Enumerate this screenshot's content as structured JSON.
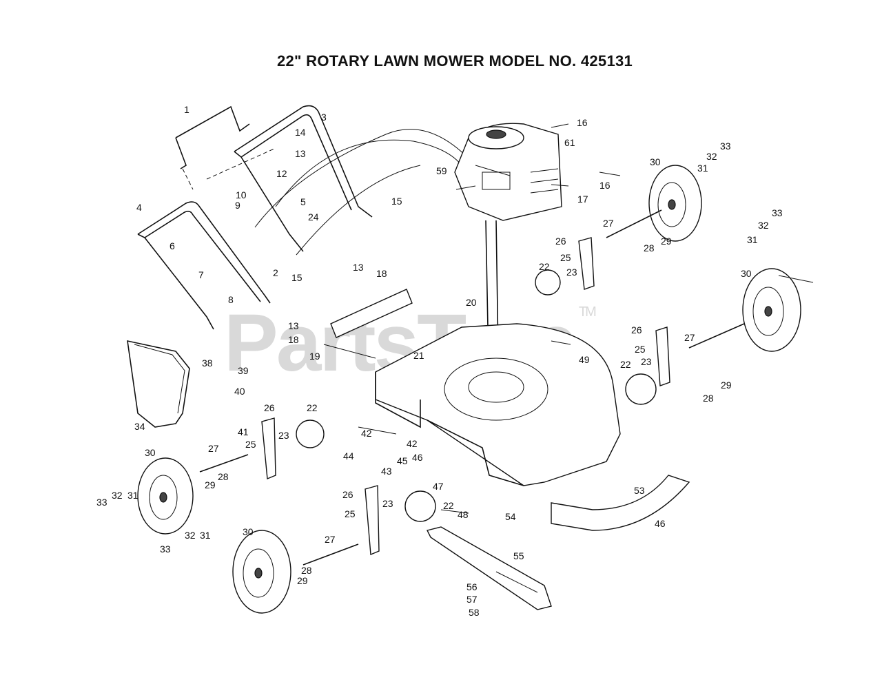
{
  "title": "22\" ROTARY LAWN MOWER MODEL NO. 425131",
  "watermark": "PartsTree",
  "watermark_tm": "TM",
  "callouts": {
    "c1": "1",
    "c3": "3",
    "c4": "4",
    "c5": "5",
    "c6": "6",
    "c7": "7",
    "c8": "8",
    "c9": "9",
    "c10": "10",
    "c12": "12",
    "c13a": "13",
    "c14": "14",
    "c15a": "15",
    "c15b": "15",
    "c2": "2",
    "c24": "24",
    "c16a": "16",
    "c61": "61",
    "c59": "59",
    "c16b": "16",
    "c17": "17",
    "c13b": "13",
    "c18a": "18",
    "c13c": "13",
    "c18b": "18",
    "c19": "19",
    "c20": "20",
    "c21": "21",
    "c49": "49",
    "c30a": "30",
    "c31a": "31",
    "c32a": "32",
    "c33a": "33",
    "c27a": "27",
    "c26a": "26",
    "c25a": "25",
    "c28a": "28",
    "c29a": "29",
    "c22a": "22",
    "c23a": "23",
    "c33b": "33",
    "c32b": "32",
    "c31b": "31",
    "c30b": "30",
    "c26b": "26",
    "c25b": "25",
    "c27b": "27",
    "c22b": "22",
    "c23b": "23",
    "c28b": "28",
    "c29b": "29",
    "c38": "38",
    "c39": "39",
    "c40": "40",
    "c34": "34",
    "c41": "41",
    "c26c": "26",
    "c22c": "22",
    "c25c": "25",
    "c23c": "23",
    "c42a": "42",
    "c42b": "42",
    "c44": "44",
    "c45": "45",
    "c46a": "46",
    "c43": "43",
    "c47": "47",
    "c30c": "30",
    "c27c": "27",
    "c28c": "28",
    "c29c": "29",
    "c33c": "33",
    "c32c": "32",
    "c31c": "31",
    "c26d": "26",
    "c25d": "25",
    "c23d": "23",
    "c22d": "22",
    "c48": "48",
    "c54": "54",
    "c53": "53",
    "c46b": "46",
    "c55": "55",
    "c56": "56",
    "c57": "57",
    "c58": "58",
    "c30d": "30",
    "c33d": "33",
    "c32d": "32",
    "c31d": "31",
    "c27d": "27",
    "c28d": "28",
    "c29d": "29"
  }
}
